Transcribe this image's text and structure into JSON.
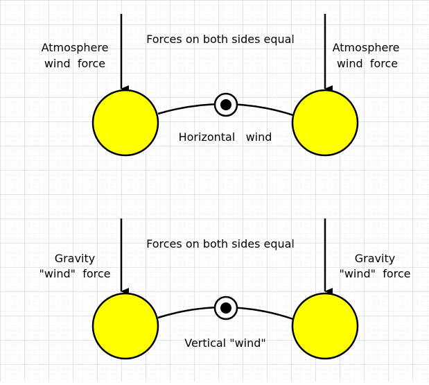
{
  "colors": {
    "background": "#ffffff",
    "grid_minor": "#e4e4e4",
    "grid_major": "#c8c8c8",
    "ball_fill": "#ffff00",
    "stroke": "#000000"
  },
  "top_panel": {
    "title": "Forces on both sides equal",
    "left_label_line1": "Atmosphere",
    "left_label_line2": "wind  force",
    "right_label_line1": "Atmosphere",
    "right_label_line2": "wind  force",
    "caption": "Horizontal   wind"
  },
  "bottom_panel": {
    "title": "Forces on both sides equal",
    "left_label_line1": "Gravity",
    "left_label_line2": "\"wind\"  force",
    "right_label_line1": "Gravity",
    "right_label_line2": "\"wind\"  force",
    "caption": "Vertical \"wind\""
  }
}
